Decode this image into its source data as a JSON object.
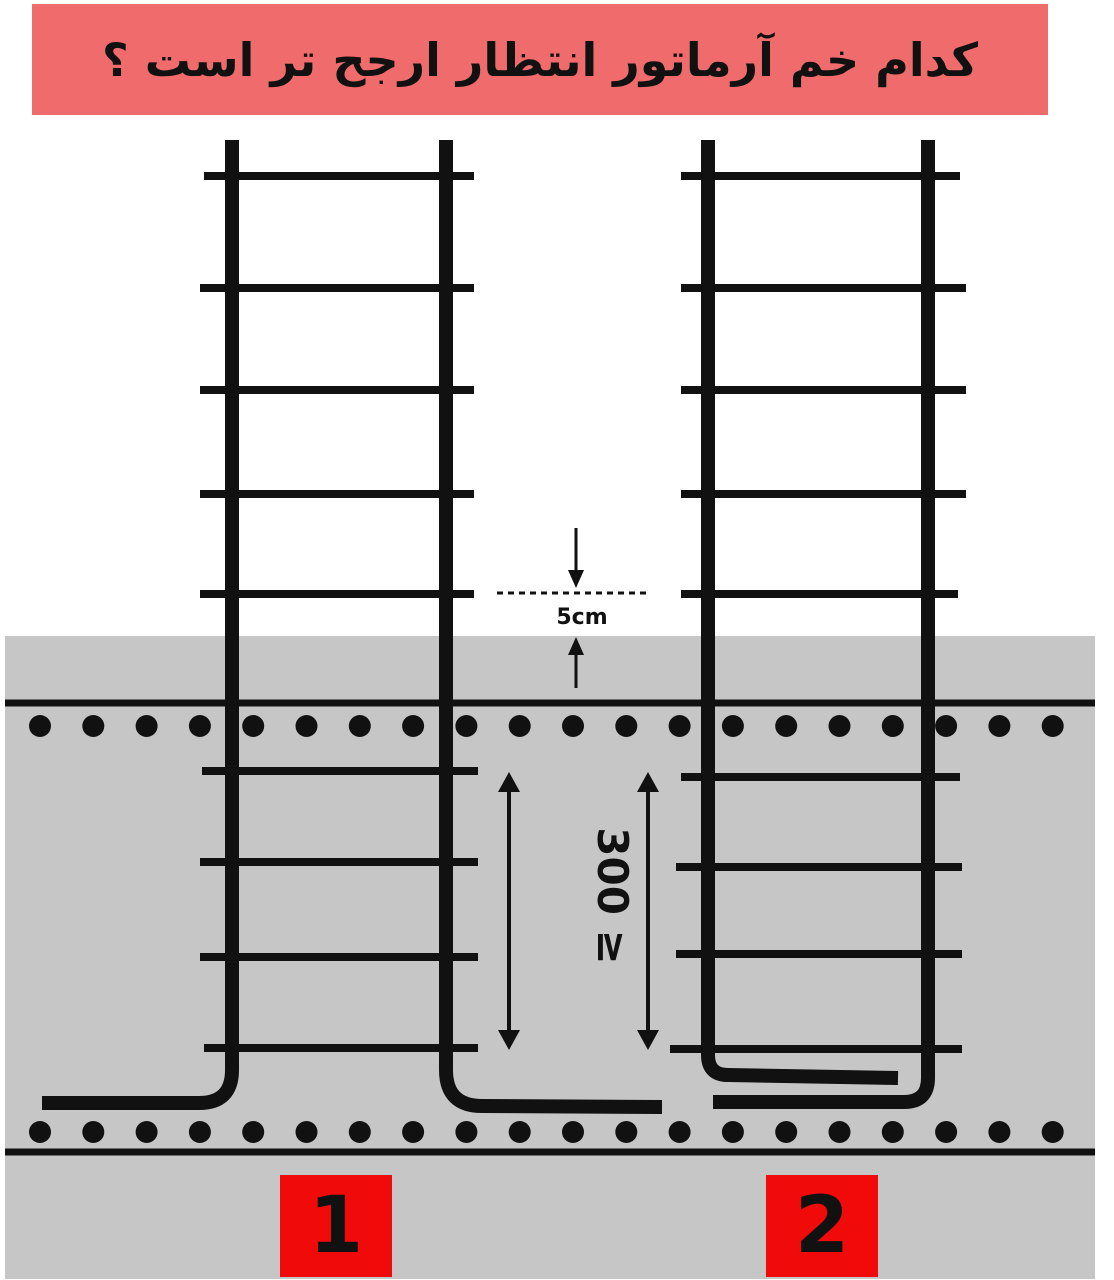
{
  "title": "کدام خم آرماتور انتظار ارجح تر است ؟",
  "dimension_top": "5cm",
  "dimension_middle": "300 ≥",
  "options": [
    {
      "label": "1"
    },
    {
      "label": "2"
    }
  ],
  "colors": {
    "banner": "#f06b6b",
    "slab": "#c6c6c6",
    "label_box": "#f00a0a",
    "steel": "#111111"
  }
}
